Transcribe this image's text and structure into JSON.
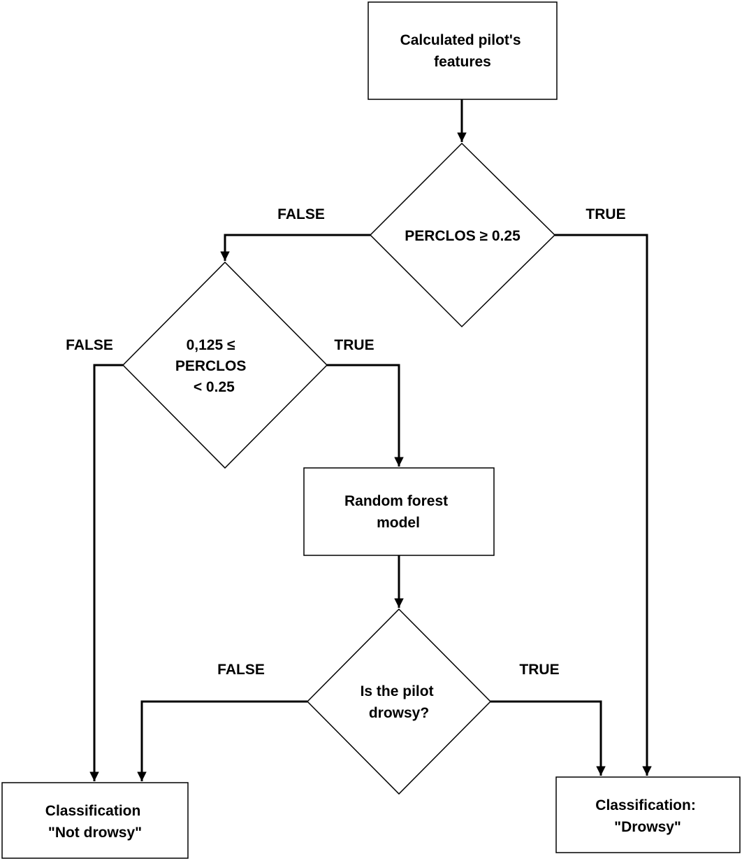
{
  "nodes": {
    "start": {
      "lines": [
        "Calculated pilot's",
        "features"
      ]
    },
    "decision_perclos_high": {
      "lines": [
        "PERCLOS ≥ 0.25"
      ]
    },
    "decision_perclos_mid": {
      "lines": [
        "0,125 ≤",
        "PERCLOS",
        " < 0.25"
      ]
    },
    "random_forest": {
      "lines": [
        "Random forest",
        "model"
      ]
    },
    "decision_drowsy": {
      "lines": [
        "Is the pilot",
        "drowsy?"
      ]
    },
    "result_not_drowsy": {
      "lines": [
        "Classification",
        "\"Not drowsy\""
      ]
    },
    "result_drowsy": {
      "lines": [
        "Classification:",
        "\"Drowsy\""
      ]
    }
  },
  "edges": {
    "high_false": "FALSE",
    "high_true": "TRUE",
    "mid_false": "FALSE",
    "mid_true": "TRUE",
    "drowsy_false": "FALSE",
    "drowsy_true": "TRUE"
  }
}
